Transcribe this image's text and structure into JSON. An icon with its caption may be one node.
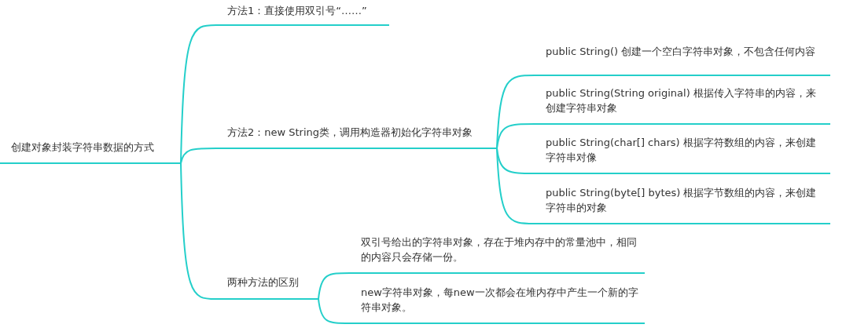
{
  "diagram": {
    "nodes": [
      {
        "text": [
          "创建对象封装字符串数据的方式"
        ]
      },
      {
        "text": [
          "方法1：直接使用双引号“……”"
        ]
      },
      {
        "text": [
          "方法2：new String类，调用构造器初始化字符串对象"
        ]
      },
      {
        "text": [
          "两种方法的区别"
        ]
      },
      {
        "text": [
          "public String() 创建一个空白字符串对象，不包含任何内容"
        ]
      },
      {
        "text": [
          "public String(String original) 根据传入字符串的内容，来创建字符串对象"
        ]
      },
      {
        "text": [
          "public String(char[] chars) 根据字符数组的内容，来创建字符串对像"
        ]
      },
      {
        "text": [
          "public String(byte[] bytes) 根据字节数组的内容，来创建字符串的对象"
        ]
      },
      {
        "text": [
          "双引号给出的字符串对象，存在于堆内存中的常量池中，相同的内容只会存储一份。"
        ]
      },
      {
        "text": [
          "new字符串对象，每new一次都会在堆内存中产生一个新的字符串对象。"
        ]
      }
    ],
    "edges": [
      {
        "from": 0,
        "to": 1,
        "arrow": "none"
      },
      {
        "from": 0,
        "to": 2,
        "arrow": "none"
      },
      {
        "from": 0,
        "to": 3,
        "arrow": "none"
      },
      {
        "from": 2,
        "to": 4,
        "arrow": "none"
      },
      {
        "from": 2,
        "to": 5,
        "arrow": "none"
      },
      {
        "from": 2,
        "to": 6,
        "arrow": "none"
      },
      {
        "from": 2,
        "to": 7,
        "arrow": "none"
      },
      {
        "from": 3,
        "to": 8,
        "arrow": "none"
      },
      {
        "from": 3,
        "to": 9,
        "arrow": "none"
      }
    ]
  }
}
